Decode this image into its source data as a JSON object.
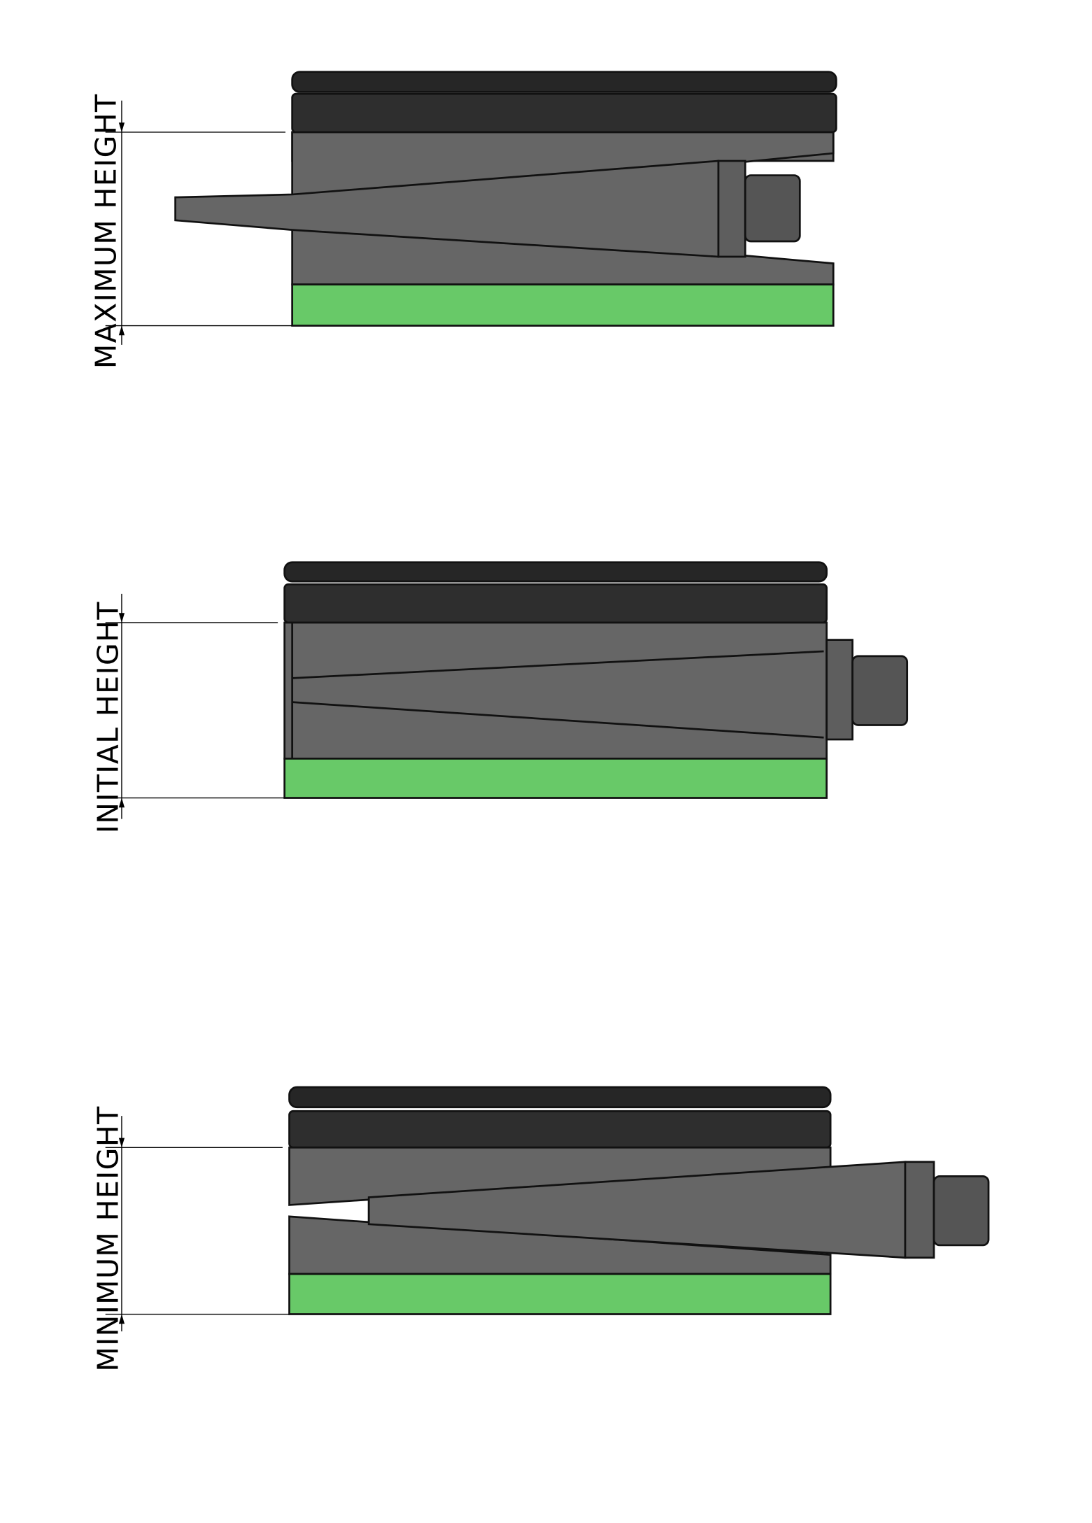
{
  "diagrams": [
    {
      "label": "MAXIMUM HEIGHT"
    },
    {
      "label": "INITIAL HEIGHT"
    },
    {
      "label": "MINIMUM HEIGHT"
    }
  ],
  "colors": {
    "top_plate": "#262626",
    "body": "#666666",
    "base_pad": "#68c968",
    "nut": "#555555"
  }
}
